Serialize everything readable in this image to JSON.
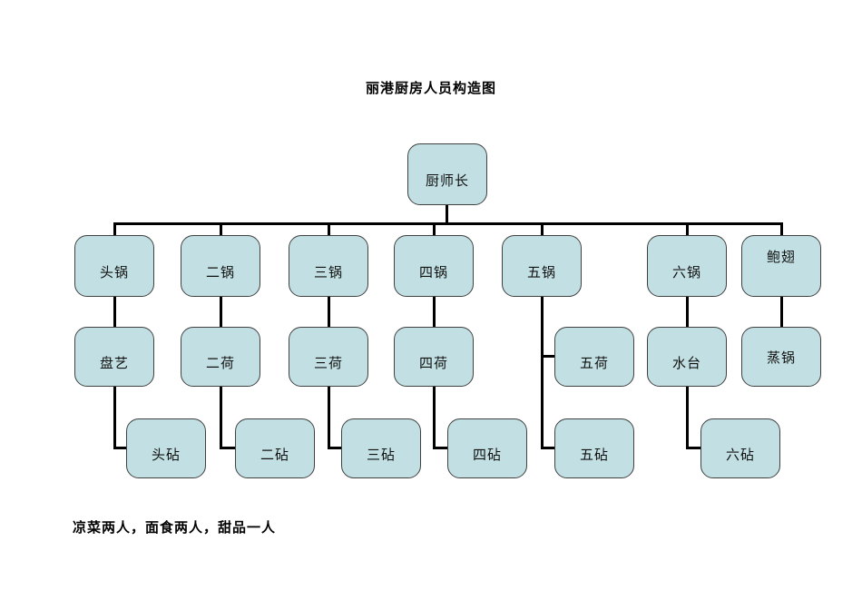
{
  "title": "丽港厨房人员构造图",
  "footnote": "凉菜两人，面食两人，甜品一人",
  "colors": {
    "node_fill": "#c2e0e3",
    "node_border": "#404040",
    "connector": "#000000",
    "page_bg": "#ffffff"
  },
  "nodes": {
    "chef": "厨师长",
    "wok1": "头锅",
    "wok2": "二锅",
    "wok3": "三锅",
    "wok4": "四锅",
    "wok5": "五锅",
    "wok6": "六锅",
    "baochi": "鲍翅",
    "panyi": "盘艺",
    "he2": "二荷",
    "he3": "三荷",
    "he4": "四荷",
    "he5": "五荷",
    "shuitai": "水台",
    "zhengguo": "蒸锅",
    "zhen1": "头砧",
    "zhen2": "二砧",
    "zhen3": "三砧",
    "zhen4": "四砧",
    "zhen5": "五砧",
    "zhen6": "六砧"
  }
}
